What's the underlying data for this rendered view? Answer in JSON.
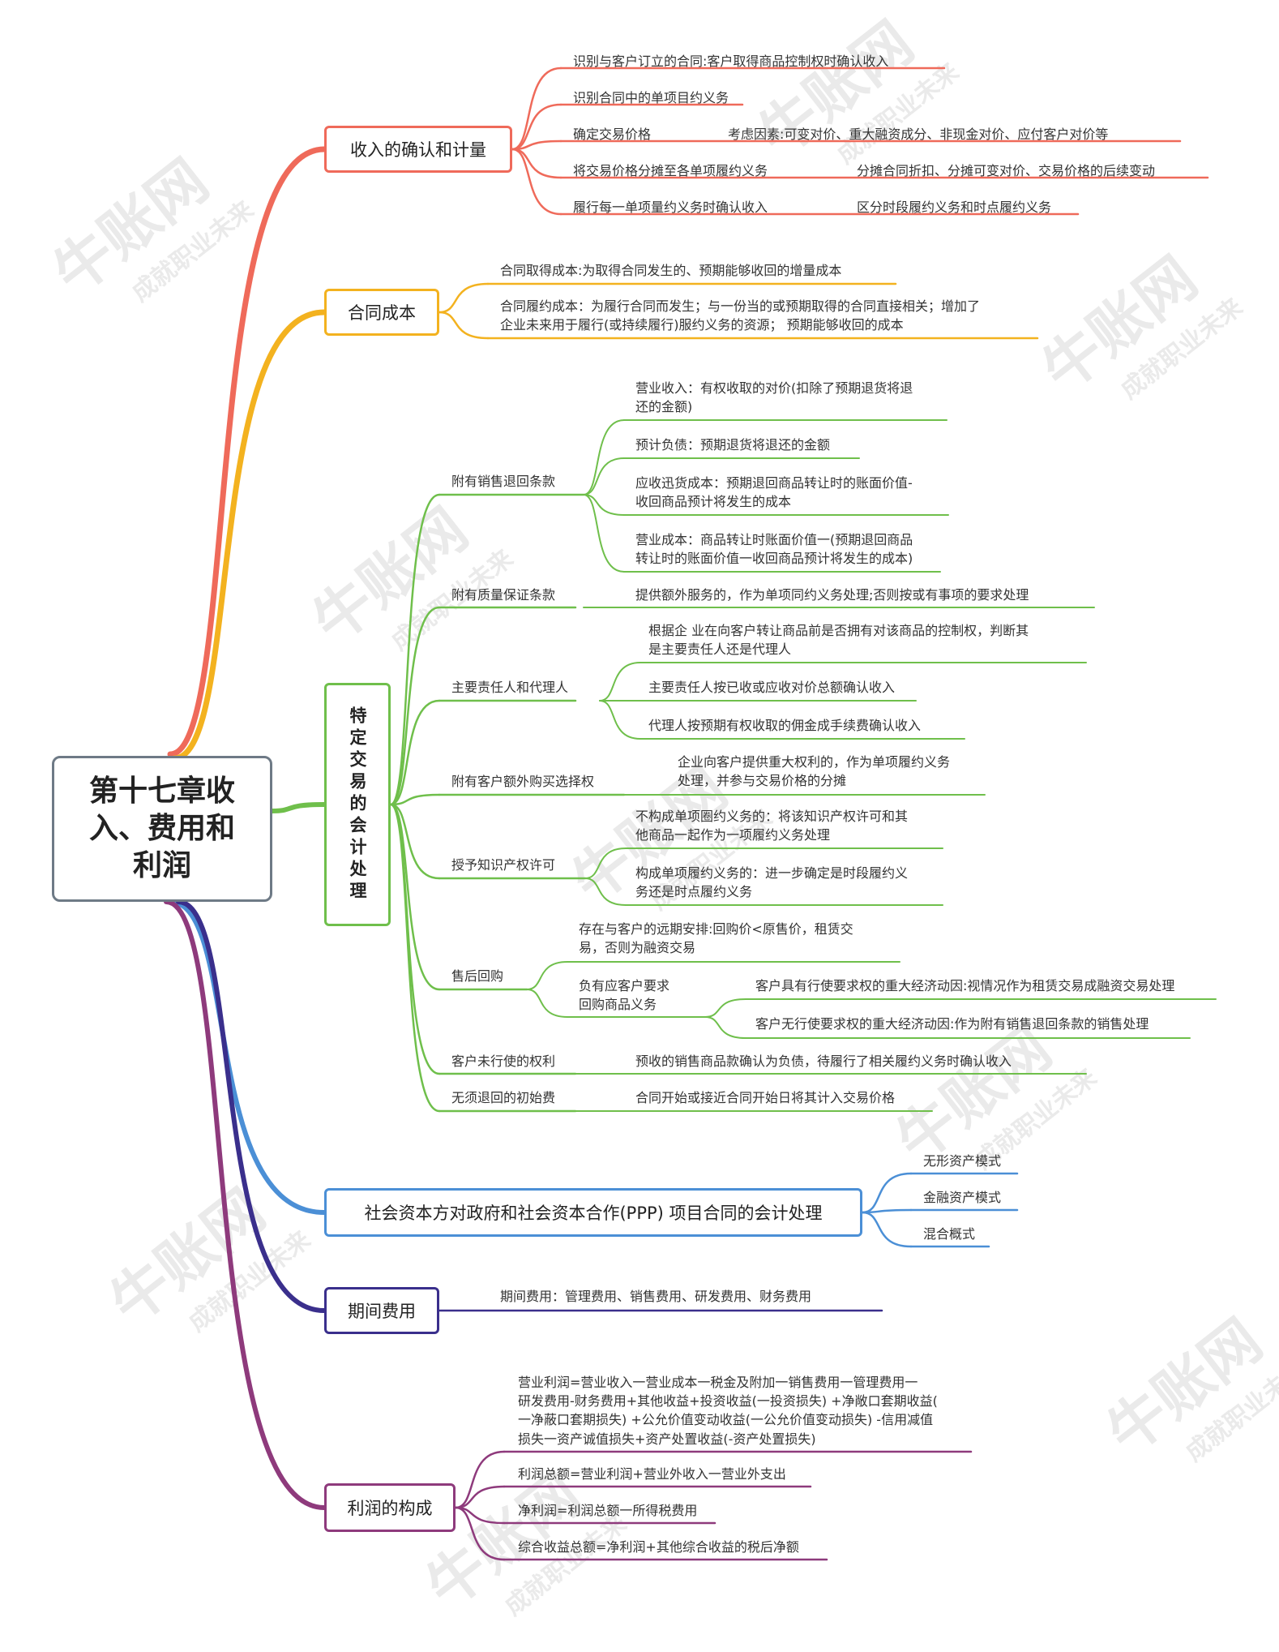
{
  "root": "第十七章收入、费用和利润",
  "root_lines": [
    "第十七章收",
    "入、费用和",
    "利润"
  ],
  "colors": {
    "b1": "#ef6a5a",
    "b2": "#f3b21f",
    "b3": "#6fbf4b",
    "b4": "#4b8fd6",
    "b5": "#3a2f8c",
    "b6": "#8e3a7c"
  },
  "watermark": {
    "brand": "牛账网",
    "slogan": "成就职业未来"
  },
  "b1": {
    "title": "收入的确认和计量",
    "items": [
      {
        "text": "识别与客户订立的合同:客户取得商品控制权时确认收入"
      },
      {
        "text": "识别合同中的单项目约义务"
      },
      {
        "text": "确定交易价格",
        "detail": "考虑因素:可变对价、重大融资成分、非现金对价、应付客户对价等"
      },
      {
        "text": "将交易价格分摊至各单项履约义务",
        "detail": "分摊合同折扣、分摊可变对价、交易价格的后续变动"
      },
      {
        "text": "履行每一单项量约义务时确认收入",
        "detail": "区分时段履约义务和时点履约义务"
      }
    ]
  },
  "b2": {
    "title": "合同成本",
    "items": [
      {
        "lines": [
          "合同取得成本:为取得合同发生的、预期能够收回的增量成本"
        ]
      },
      {
        "lines": [
          "合同履约成本：为履行合同而发生；与一份当的或预期取得的合同直接相关；增加了",
          "企业未来用于履行(或持续履行)服约义务的资源； 预期能够收回的成本"
        ]
      }
    ]
  },
  "b3": {
    "title": "特定交易的会计处理",
    "groups": [
      {
        "label": "附有销售退回条款",
        "items": [
          [
            "营业收入：有权收取的对价(扣除了预期退货将退",
            "还的金额)"
          ],
          [
            "预计负债：预期退货将退还的金额"
          ],
          [
            "应收迅货成本：预期退回商品转让时的账面价值-",
            "收回商品预计将发生的成本"
          ],
          [
            "营业成本：商品转让时账面价值一(预期退回商品",
            "转让时的账面价值一收回商品预计将发生的成本)"
          ]
        ]
      },
      {
        "label": "附有质量保证条款",
        "items": [
          [
            "提供额外服务的，作为单项同约义务处理;否则按或有事项的要求处理"
          ]
        ]
      },
      {
        "label": "主要责任人和代理人",
        "items": [
          [
            "根据企 业在向客户转让商品前是否拥有对该商品的控制权，判断其",
            "是主要责任人还是代理人"
          ],
          [
            "主要责任人按已收或应收对价总额确认收入"
          ],
          [
            "代理人按预期有权收取的佣金成手续费确认收入"
          ]
        ]
      },
      {
        "label": "附有客户额外购买选择权",
        "items": [
          [
            "企业向客户提供重大权利的，作为单项履约义务",
            "处理，并参与交易价格的分摊"
          ]
        ]
      },
      {
        "label": "授予知识产权许可",
        "items": [
          [
            "不构成单项圈约义务的：将该知识产权许可和其",
            "他商品一起作为一项履约义务处理"
          ],
          [
            "构成单项履约义务的：进一步确定是时段履约义",
            "务还是时点履约义务"
          ]
        ]
      },
      {
        "label": "售后回购",
        "items": [
          [
            "存在与客户的远期安排:回购价<原售价，租赁交",
            "易，否则为融资交易"
          ],
          [
            "负有应客户要求",
            "回购商品义务"
          ]
        ],
        "sub": [
          "客户具有行使要求权的重大经济动因:视情况作为租赁交易成融资交易处理",
          "客户无行使要求权的重大经济动因:作为附有销售退回条款的销售处理"
        ]
      },
      {
        "label": "客户未行使的权利",
        "items": [
          [
            "预收的销售商品款确认为负债，待履行了相关履约义务时确认收入"
          ]
        ]
      },
      {
        "label": "无须退回的初始费",
        "items": [
          [
            "合同开始或接近合同开始日将其计入交易价格"
          ]
        ]
      }
    ]
  },
  "b4": {
    "title": "社会资本方对政府和社会资本合作(PPP) 项目合同的会计处理",
    "items": [
      "无形资产模式",
      "金融资产模式",
      "混合概式"
    ]
  },
  "b5": {
    "title": "期间费用",
    "items": [
      "期间费用：管理费用、销售费用、研发费用、财务费用"
    ]
  },
  "b6": {
    "title": "利润的构成",
    "items": [
      [
        "营业利润=营业收入一营业成本一税金及附加一销售费用一管理费用一",
        "研发费用-财务费用+其他收益+投资收益(一投资损失) +净敞口套期收益(",
        "一净蔽口套期损失) +公允价值变动收益(一公允价值变动损失) -信用减值",
        "损失一资产诚值损失+资产处置收益(-资产处置损失)"
      ],
      [
        "利润总额=营业利润+营业外收入一营业外支出"
      ],
      [
        "净利润=利润总额一所得税费用"
      ],
      [
        "综合收益总额=净利润+其他综合收益的税后净额"
      ]
    ]
  }
}
